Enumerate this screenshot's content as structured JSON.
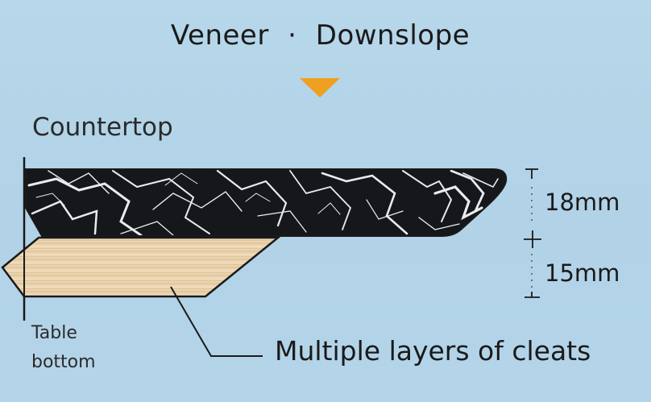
{
  "title": {
    "part1": "Veneer",
    "separator": "·",
    "part2": "Downslope"
  },
  "labels": {
    "countertop": "Countertop",
    "table_bottom_line1": "Table",
    "table_bottom_line2": "bottom",
    "cleats": "Multiple layers of cleats"
  },
  "dimensions": {
    "top_thickness": "18mm",
    "cleat_thickness": "15mm"
  },
  "colors": {
    "background": "#b3d4e8",
    "arrow": "#f0a020",
    "marble_base": "#15171b",
    "marble_vein": "#e9ecef",
    "wood": "#e9d2ad",
    "outline": "#1a1a1a"
  },
  "icons": {
    "arrow": "arrow-down-triangle-icon"
  }
}
